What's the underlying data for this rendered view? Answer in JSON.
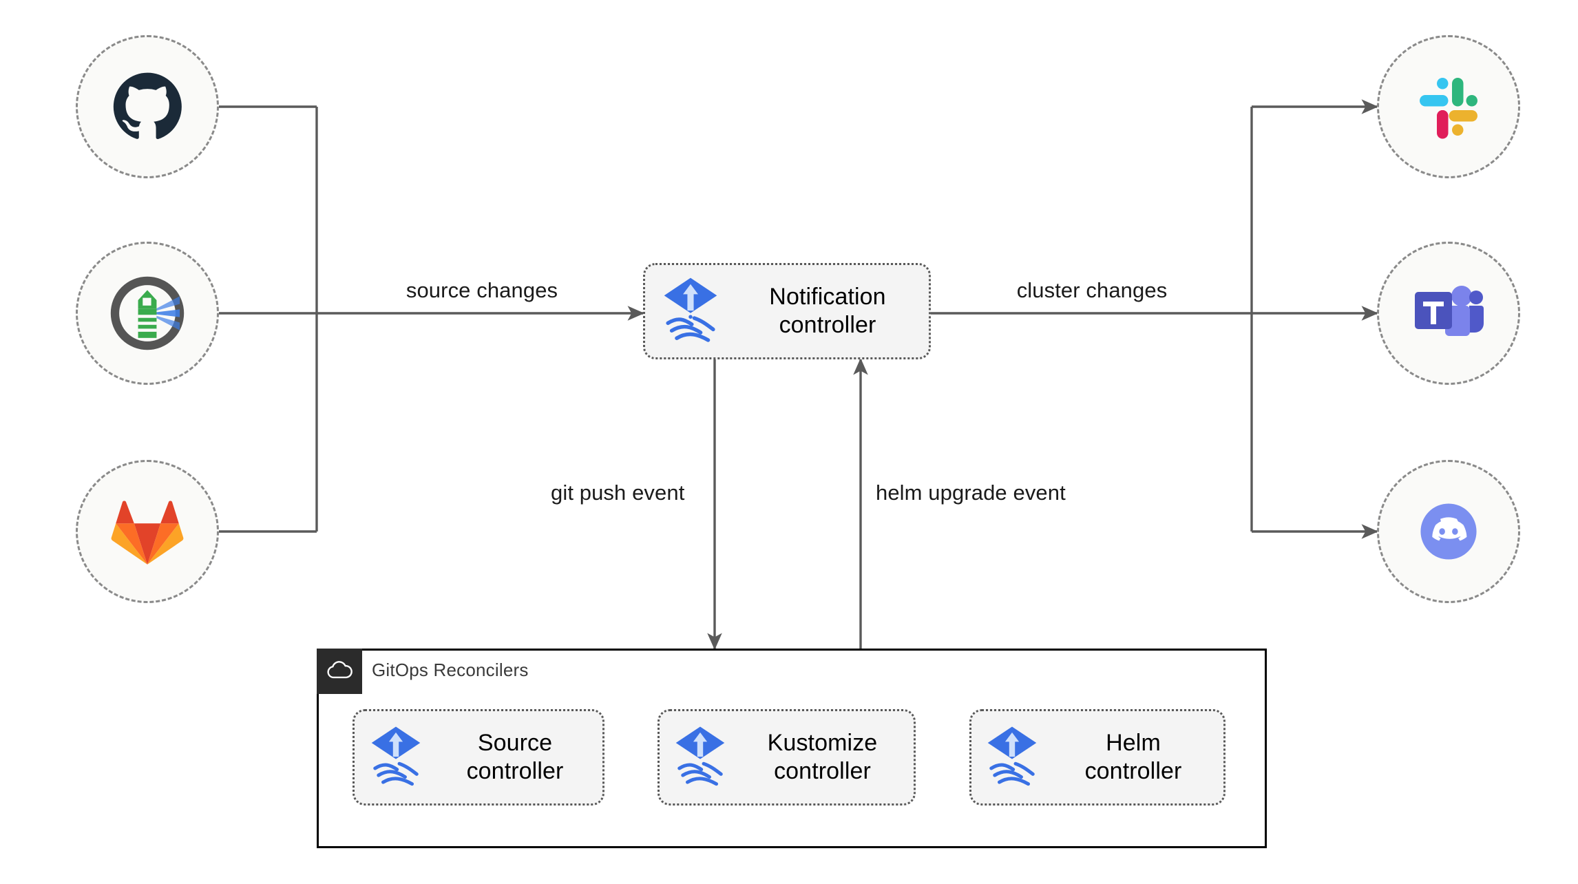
{
  "diagram": {
    "title": "Flux notification controller architecture",
    "colors": {
      "line": "#5a5a5a",
      "circle_fill": "#fafaf8",
      "circle_border": "#8a8a8a",
      "box_fill": "#f4f4f4",
      "box_border": "#585858",
      "container_border": "#000000",
      "container_tab": "#2b2b2b",
      "flux_blue": "#3970e4",
      "flux_arrow": "#cfe0fb",
      "github_dark": "#1b2a38",
      "gitlab_red": "#e24329",
      "gitlab_orange": "#fc6d26",
      "gitlab_amber": "#fca326",
      "flux_green": "#3aab4d",
      "flux_ring": "#555555",
      "flux_beam": "#3e7ee6",
      "slack_cyan": "#36c5f0",
      "slack_green": "#2eb67d",
      "slack_red": "#e01e5a",
      "slack_amber": "#ecb22e",
      "teams_purple": "#5059c9",
      "teams_indigo": "#4b53bc",
      "teams_light": "#7b83eb",
      "discord_blurple": "#7b8ff0"
    }
  },
  "sources": [
    {
      "key": "github",
      "name": "GitHub",
      "icon": "github-icon"
    },
    {
      "key": "flux",
      "name": "Flux",
      "icon": "flux-lighthouse-icon"
    },
    {
      "key": "gitlab",
      "name": "GitLab",
      "icon": "gitlab-icon"
    }
  ],
  "destinations": [
    {
      "key": "slack",
      "name": "Slack",
      "icon": "slack-icon"
    },
    {
      "key": "teams",
      "name": "Microsoft Teams",
      "icon": "microsoft-teams-icon"
    },
    {
      "key": "discord",
      "name": "Discord",
      "icon": "discord-icon"
    }
  ],
  "notification_controller": {
    "label": "Notification\ncontroller",
    "icon": "flux-logo-icon"
  },
  "container": {
    "title": "GitOps Reconcilers",
    "icon": "cloud-icon",
    "controllers": [
      {
        "key": "source",
        "label": "Source\ncontroller",
        "icon": "flux-logo-icon"
      },
      {
        "key": "kustomize",
        "label": "Kustomize\ncontroller",
        "icon": "flux-logo-icon"
      },
      {
        "key": "helm",
        "label": "Helm\ncontroller",
        "icon": "flux-logo-icon"
      }
    ]
  },
  "edges": [
    {
      "key": "source-changes",
      "label": "source changes",
      "from": "sources",
      "to": "notification-controller"
    },
    {
      "key": "cluster-changes",
      "label": "cluster changes",
      "from": "notification-controller",
      "to": "destinations"
    },
    {
      "key": "git-push-event",
      "label": "git push event",
      "from": "notification-controller",
      "to": "gitops-reconcilers"
    },
    {
      "key": "helm-upgrade-event",
      "label": "helm upgrade event",
      "from": "gitops-reconcilers",
      "to": "notification-controller"
    }
  ]
}
